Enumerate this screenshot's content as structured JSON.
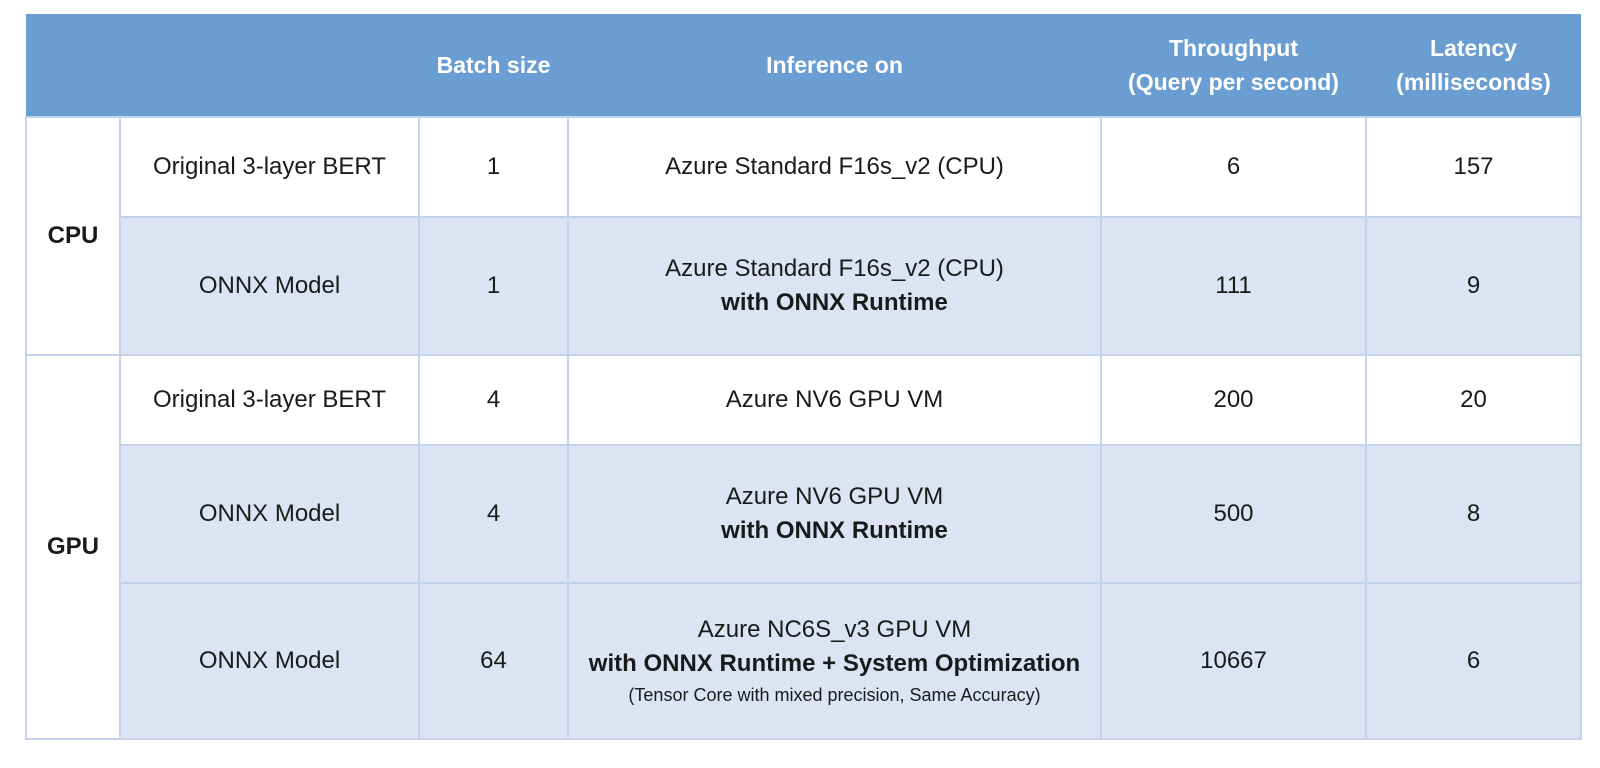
{
  "chart_data": {
    "type": "table",
    "columns": [
      "",
      "",
      "Batch size",
      "Inference on",
      "Throughput (Query per second)",
      "Latency (milliseconds)"
    ],
    "header": {
      "batch_size": "Batch size",
      "inference_on": "Inference on",
      "throughput_line1": "Throughput",
      "throughput_line2": "(Query per second)",
      "latency_line1": "Latency",
      "latency_line2": "(milliseconds)"
    },
    "groups": {
      "cpu": "CPU",
      "gpu": "GPU"
    },
    "rows": [
      {
        "group": "CPU",
        "model": "Original 3-layer BERT",
        "batch_size": "1",
        "inference_line1": "Azure Standard F16s_v2 (CPU)",
        "inference_bold": "",
        "inference_note": "",
        "throughput": "6",
        "latency": "157"
      },
      {
        "group": "CPU",
        "model": "ONNX Model",
        "batch_size": "1",
        "inference_line1": "Azure Standard F16s_v2 (CPU)",
        "inference_bold": "with ONNX Runtime",
        "inference_note": "",
        "throughput": "111",
        "latency": "9"
      },
      {
        "group": "GPU",
        "model": "Original 3-layer BERT",
        "batch_size": "4",
        "inference_line1": "Azure NV6 GPU VM",
        "inference_bold": "",
        "inference_note": "",
        "throughput": "200",
        "latency": "20"
      },
      {
        "group": "GPU",
        "model": "ONNX Model",
        "batch_size": "4",
        "inference_line1": "Azure NV6 GPU VM",
        "inference_bold": "with ONNX Runtime",
        "inference_note": "",
        "throughput": "500",
        "latency": "8"
      },
      {
        "group": "GPU",
        "model": "ONNX Model",
        "batch_size": "64",
        "inference_line1": "Azure NC6S_v3 GPU VM",
        "inference_bold": "with ONNX Runtime + System Optimization",
        "inference_note": "(Tensor Core with mixed precision, Same Accuracy)",
        "throughput": "10667",
        "latency": "6"
      }
    ]
  },
  "colors": {
    "header_bg": "#6a9dd2",
    "header_text": "#ffffff",
    "row_alt_bg": "#dce4f3",
    "row_bg": "#ffffff",
    "border": "#c3d3ea"
  }
}
